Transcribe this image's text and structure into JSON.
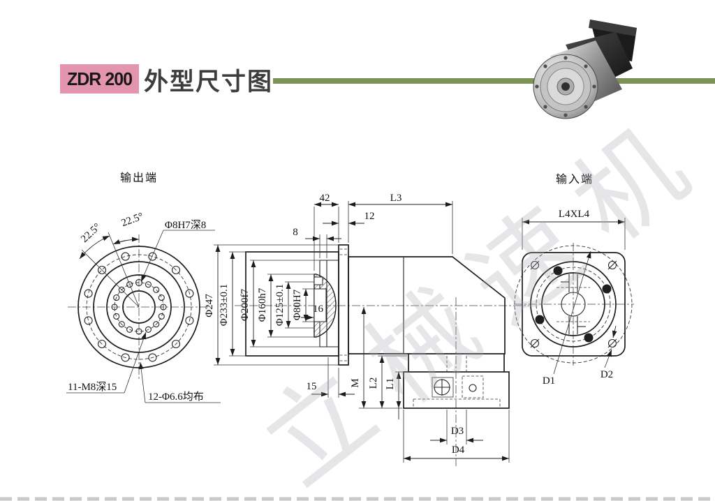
{
  "header": {
    "model": "ZDR 200",
    "title": "外型尺寸图"
  },
  "output_view": {
    "label": "输出端",
    "angle_a": "22.5°",
    "angle_b": "22.5°",
    "pin_hole_label": "Φ8H7深8",
    "tapped_holes_label": "11-M8深15",
    "bolt_holes_label": "12-Φ6.6均布"
  },
  "side_view": {
    "dim_42": "42",
    "dim_L3": "L3",
    "dim_12": "12",
    "dim_8": "8",
    "dia_247": "Φ247",
    "dia_233": "Φ233±0.1",
    "dia_200": "Φ200f7",
    "dia_160": "Φ160h7",
    "dia_125": "Φ125±0.1",
    "dia_80": "Φ80H7",
    "dim_16": "16",
    "dim_15": "15",
    "dim_M": "M",
    "dim_L2": "L2",
    "dim_L1": "L1",
    "dim_D3": "D3",
    "dim_D4": "D4"
  },
  "input_view": {
    "label": "输入端",
    "dim_L4": "L4XL4",
    "dim_D1": "D1",
    "dim_D2": "D2"
  },
  "watermark": "立械速机",
  "colors": {
    "pink": "#e495ae",
    "green": "#7c9156",
    "ink": "#1c1c1c"
  }
}
